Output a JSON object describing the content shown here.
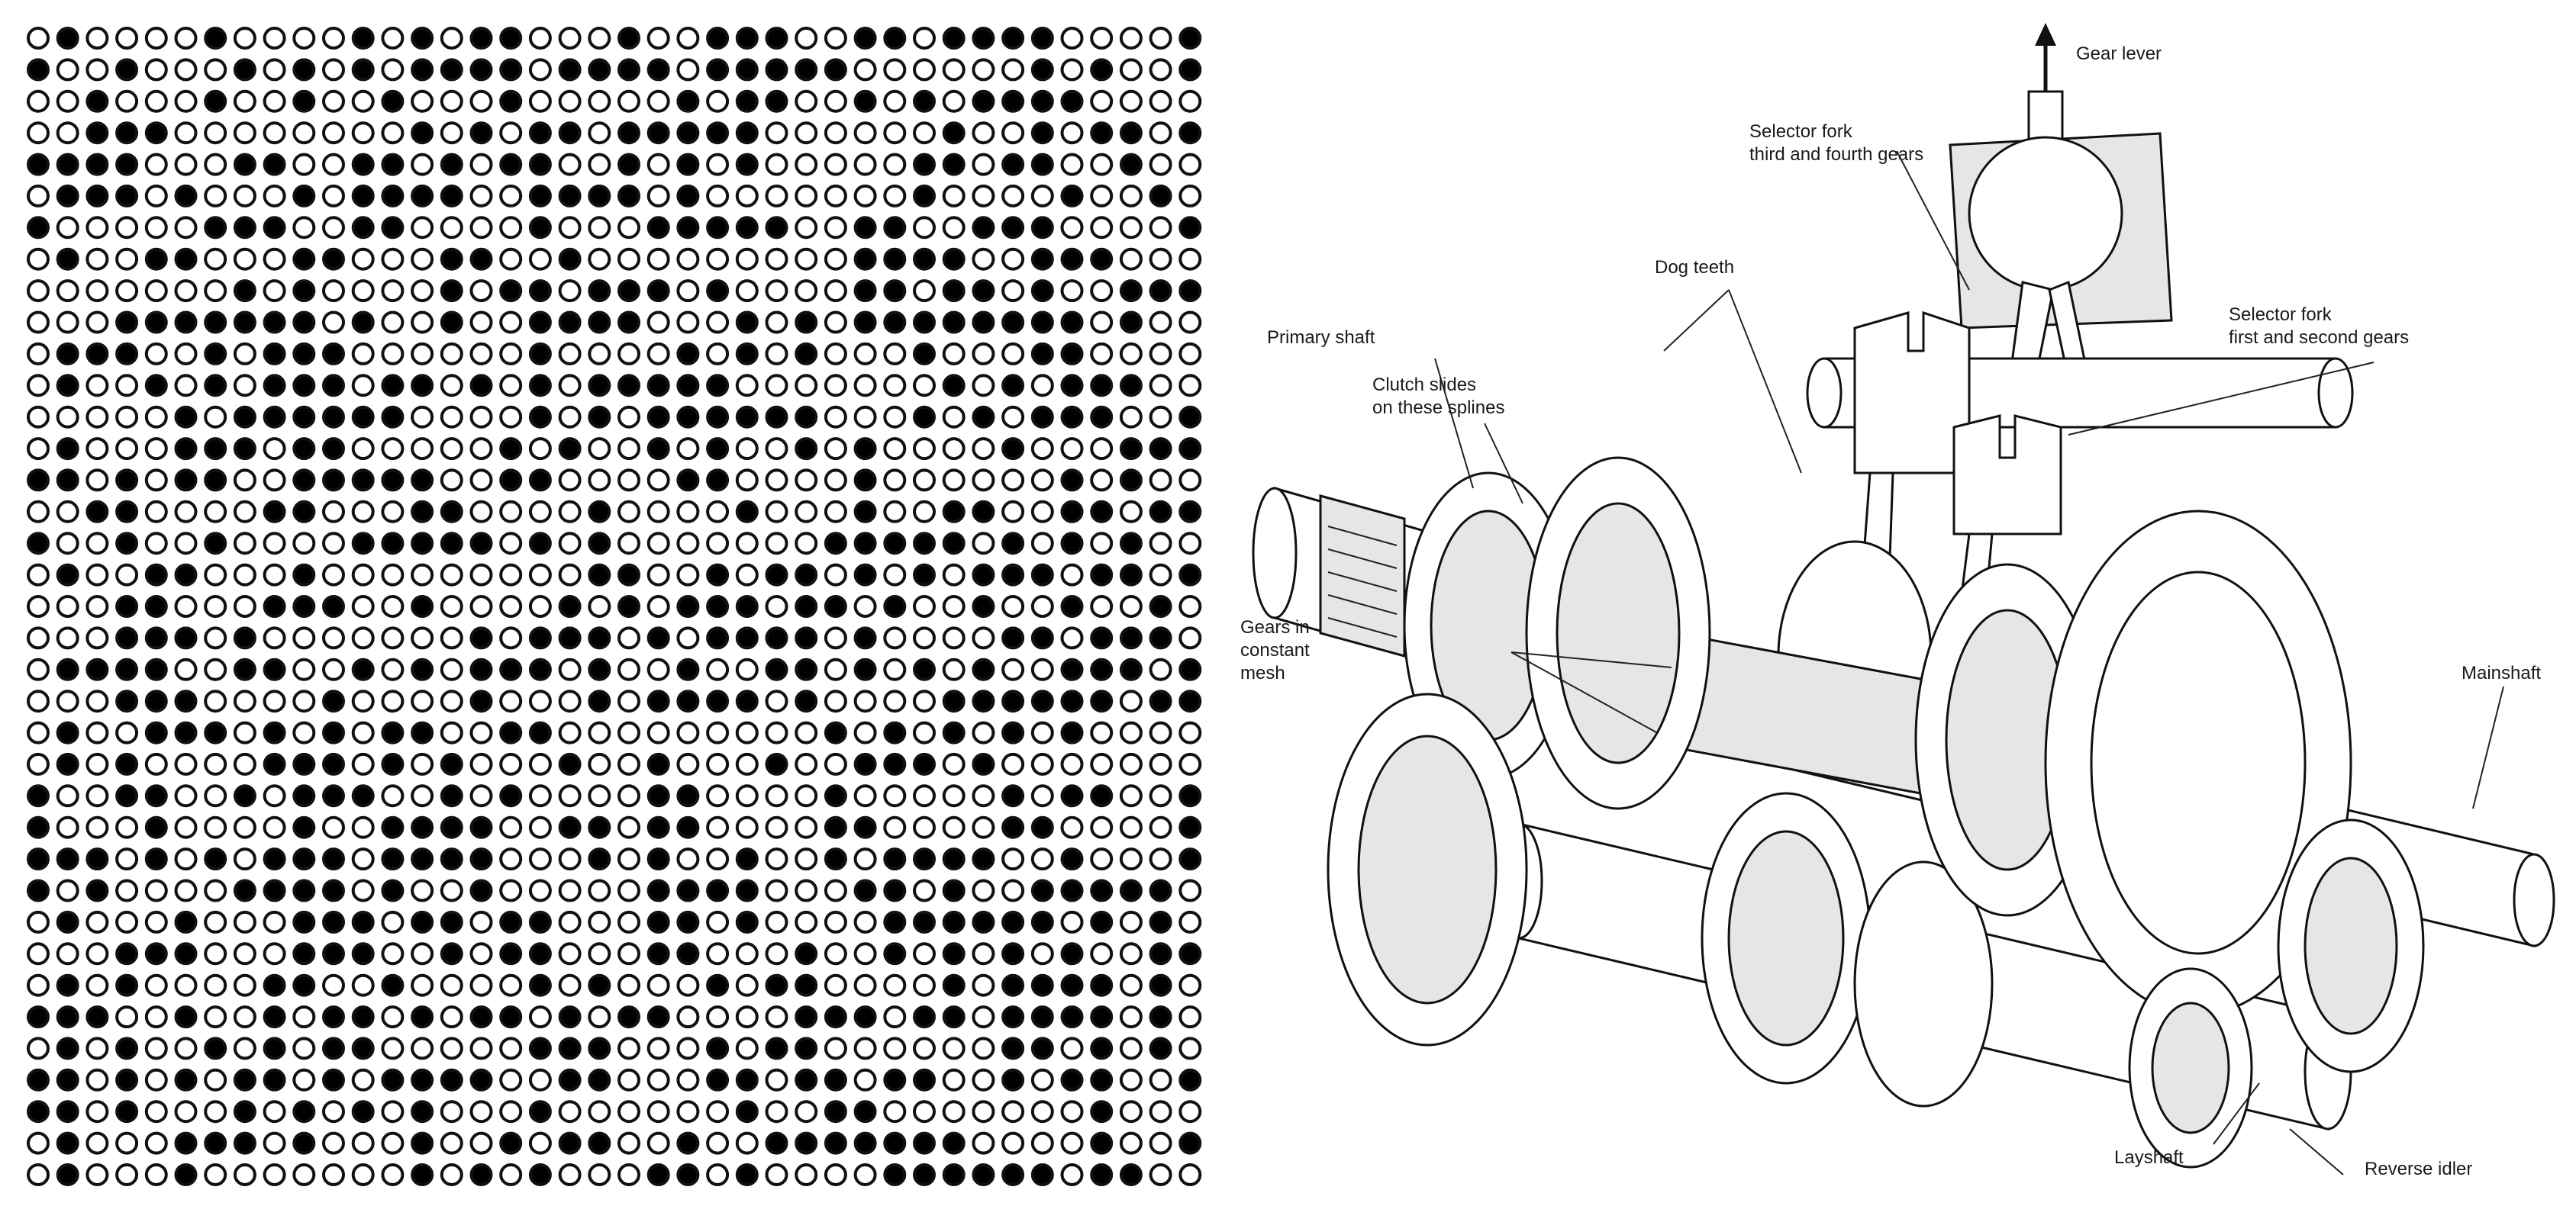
{
  "dot_grid": {
    "rows": 37,
    "cols": 40,
    "filled_color": "#000000",
    "empty_stroke_color": "#111111"
  },
  "gearbox": {
    "labels": {
      "gear_lever": "Gear lever",
      "selector_fork_34_line1": "Selector fork",
      "selector_fork_34_line2": "third and fourth gears",
      "dog_teeth": "Dog teeth",
      "selector_fork_12_line1": "Selector fork",
      "selector_fork_12_line2": "first and second gears",
      "primary_shaft": "Primary shaft",
      "clutch_slides_line1": "Clutch slides",
      "clutch_slides_line2": "on these splines",
      "gears_constant_line1": "Gears in",
      "gears_constant_line2": "constant",
      "gears_constant_line3": "mesh",
      "mainshaft": "Mainshaft",
      "layshaft": "Layshaft",
      "reverse_idler": "Reverse idler"
    }
  }
}
